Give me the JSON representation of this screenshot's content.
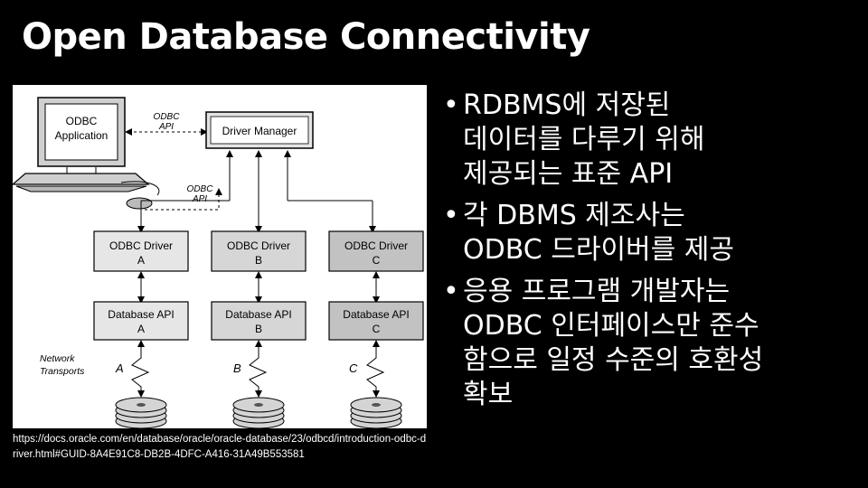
{
  "slide": {
    "title": "Open Database Connectivity",
    "source": "https://docs.oracle.com/en/database/oracle/oracle-database/23/odbcd/introduction-odbc-driver.html#GUID-8A4E91C8-DB2B-4DFC-A416-31A49B553581"
  },
  "diagram": {
    "application": [
      "ODBC",
      "Application"
    ],
    "top_api": [
      "ODBC",
      "API"
    ],
    "driver_manager": "Driver Manager",
    "mid_api": [
      "ODBC",
      "API"
    ],
    "drivers": [
      {
        "line1": "ODBC Driver",
        "line2": "A",
        "fill": "#e6e6e6"
      },
      {
        "line1": "ODBC Driver",
        "line2": "B",
        "fill": "#d6d6d6"
      },
      {
        "line1": "ODBC Driver",
        "line2": "C",
        "fill": "#c2c2c2"
      }
    ],
    "db_apis": [
      {
        "line1": "Database API",
        "line2": "A",
        "fill": "#e6e6e6"
      },
      {
        "line1": "Database API",
        "line2": "B",
        "fill": "#d6d6d6"
      },
      {
        "line1": "Database API",
        "line2": "C",
        "fill": "#c2c2c2"
      }
    ],
    "network_label": [
      "Network",
      "Transports"
    ],
    "transport_labels": [
      "A",
      "B",
      "C"
    ]
  },
  "bullets": [
    {
      "lines": [
        "RDBMS에 저장된",
        "데이터를 다루기 위해",
        "제공되는 표준 API"
      ]
    },
    {
      "lines": [
        "각 DBMS 제조사는",
        "ODBC 드라이버를 제공"
      ]
    },
    {
      "lines": [
        "응용 프로그램 개발자는",
        "ODBC 인터페이스만 준수",
        "함으로 일정 수준의 호환성",
        "확보"
      ]
    }
  ]
}
